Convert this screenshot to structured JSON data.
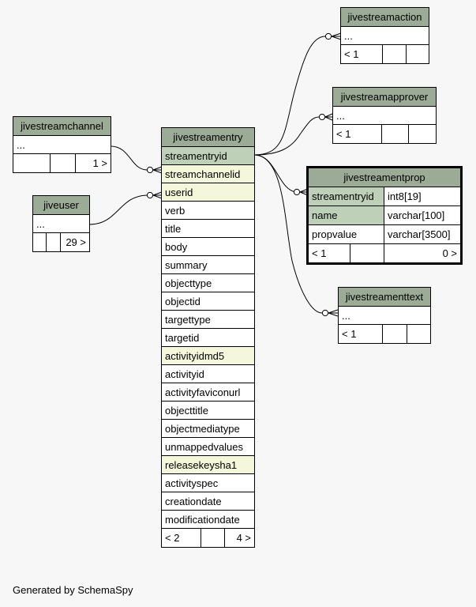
{
  "tables": {
    "jivestreamaction": {
      "name": "jivestreamaction",
      "rows": [
        "..."
      ],
      "footer": [
        "< 1",
        "",
        ""
      ]
    },
    "jivestreamapprover": {
      "name": "jivestreamapprover",
      "rows": [
        "..."
      ],
      "footer": [
        "< 1",
        "",
        ""
      ]
    },
    "jivestreamchannel": {
      "name": "jivestreamchannel",
      "rows": [
        "..."
      ],
      "footer": [
        "",
        "",
        "1 >"
      ]
    },
    "jiveuser": {
      "name": "jiveuser",
      "rows": [
        "..."
      ],
      "footer": [
        "",
        "",
        "29 >"
      ]
    },
    "jivestreamentry": {
      "name": "jivestreamentry",
      "rows": [
        {
          "name": "streamentryid",
          "kind": "pk"
        },
        {
          "name": "streamchannelid",
          "kind": "fk"
        },
        {
          "name": "userid",
          "kind": "fk"
        },
        {
          "name": "verb",
          "kind": ""
        },
        {
          "name": "title",
          "kind": ""
        },
        {
          "name": "body",
          "kind": ""
        },
        {
          "name": "summary",
          "kind": ""
        },
        {
          "name": "objecttype",
          "kind": ""
        },
        {
          "name": "objectid",
          "kind": ""
        },
        {
          "name": "targettype",
          "kind": ""
        },
        {
          "name": "targetid",
          "kind": ""
        },
        {
          "name": "activityidmd5",
          "kind": "fk"
        },
        {
          "name": "activityid",
          "kind": ""
        },
        {
          "name": "activityfaviconurl",
          "kind": ""
        },
        {
          "name": "objecttitle",
          "kind": ""
        },
        {
          "name": "objectmediatype",
          "kind": ""
        },
        {
          "name": "unmappedvalues",
          "kind": ""
        },
        {
          "name": "releasekeysha1",
          "kind": "fk"
        },
        {
          "name": "activityspec",
          "kind": ""
        },
        {
          "name": "creationdate",
          "kind": ""
        },
        {
          "name": "modificationdate",
          "kind": ""
        }
      ],
      "footer": [
        "< 2",
        "",
        "4 >"
      ]
    },
    "jivestreamentprop": {
      "name": "jivestreamentprop",
      "rows": [
        {
          "name": "streamentryid",
          "type": "int8[19]",
          "kind": "pk"
        },
        {
          "name": "name",
          "type": "varchar[100]",
          "kind": "pk"
        },
        {
          "name": "propvalue",
          "type": "varchar[3500]",
          "kind": ""
        }
      ],
      "footer": [
        "< 1",
        "",
        "0 >"
      ]
    },
    "jivestreamenttext": {
      "name": "jivestreamenttext",
      "rows": [
        "..."
      ],
      "footer": [
        "< 1",
        "",
        ""
      ]
    }
  },
  "generated_by": "Generated by SchemaSpy",
  "colors": {
    "header": "#9bab96",
    "primary_key": "#bed1b8",
    "foreign_key": "#f4f7da",
    "background": "#f7f7f7"
  }
}
